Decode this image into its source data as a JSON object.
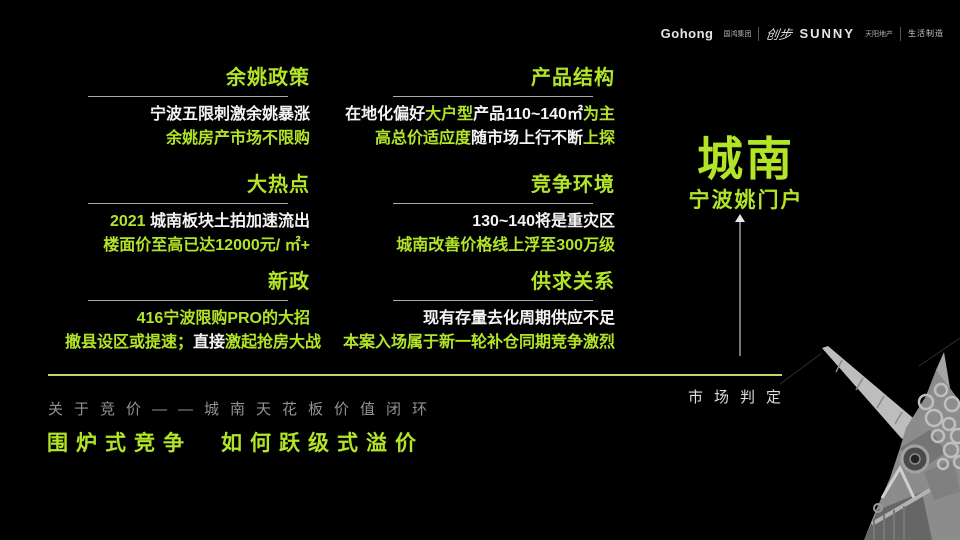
{
  "colors": {
    "accent": "#b2e428",
    "line_accent": "#c3d56a",
    "background": "#000000"
  },
  "brand": {
    "gohong_logo": "Gohong",
    "gohong_sub": "国鸿集团",
    "script_logo": "创步",
    "sunny_logo": "SUNNY",
    "sunny_sub": "天阳地产",
    "tagline": "生活制造"
  },
  "sections": [
    {
      "id": "yuyao-policy",
      "title": "余姚政策",
      "lines": [
        [
          {
            "text": "宁波五限刺激余姚暴涨",
            "color": "white"
          }
        ],
        [
          {
            "text": "余姚房产市场不限购",
            "color": "green"
          }
        ]
      ]
    },
    {
      "id": "product-structure",
      "title": "产品结构",
      "lines": [
        [
          {
            "text": "在地化偏好",
            "color": "white"
          },
          {
            "text": "大户型",
            "color": "green"
          },
          {
            "text": "产品110~140㎡",
            "color": "white"
          },
          {
            "text": "为主",
            "color": "green"
          }
        ],
        [
          {
            "text": "高总价适应度",
            "color": "green"
          },
          {
            "text": "随市场上行不断",
            "color": "white"
          },
          {
            "text": "上探",
            "color": "green"
          }
        ]
      ]
    },
    {
      "id": "hotspot",
      "title": "大热点",
      "lines": [
        [
          {
            "text": "2021 ",
            "color": "green"
          },
          {
            "text": "城南板块土拍加速流出",
            "color": "white"
          }
        ],
        [
          {
            "text": "楼面价至高已达12000元/ ㎡+",
            "color": "green"
          }
        ]
      ]
    },
    {
      "id": "competition",
      "title": "竞争环境",
      "lines": [
        [
          {
            "text": "130~140将是重灾区",
            "color": "white"
          }
        ],
        [
          {
            "text": "城南改善价格线上浮至300万级",
            "color": "green"
          }
        ]
      ]
    },
    {
      "id": "new-policy",
      "title": "新政",
      "lines": [
        [
          {
            "text": "416宁波限购PRO的大招",
            "color": "green"
          }
        ],
        [
          {
            "text": "撤县设区或提速；",
            "color": "green"
          },
          {
            "text": "直接",
            "color": "white"
          },
          {
            "text": "激起抢房大战",
            "color": "green"
          }
        ]
      ]
    },
    {
      "id": "supply-demand",
      "title": "供求关系",
      "lines": [
        [
          {
            "text": "现有存量去化周期供应不足",
            "color": "white"
          }
        ],
        [
          {
            "text": "本案入场属于新一轮补仓同期竞争激烈",
            "color": "green"
          }
        ]
      ]
    }
  ],
  "highlight": {
    "title": "城南",
    "subtitle": "宁波姚门户"
  },
  "footer": {
    "section_label": "市场判定",
    "topic": "关于竞价——城南天花板价值闭环",
    "headline": "围炉式竞争　如何跃级式溢价"
  },
  "images": {
    "statue": "mechanical-unicorn-sculpture"
  }
}
